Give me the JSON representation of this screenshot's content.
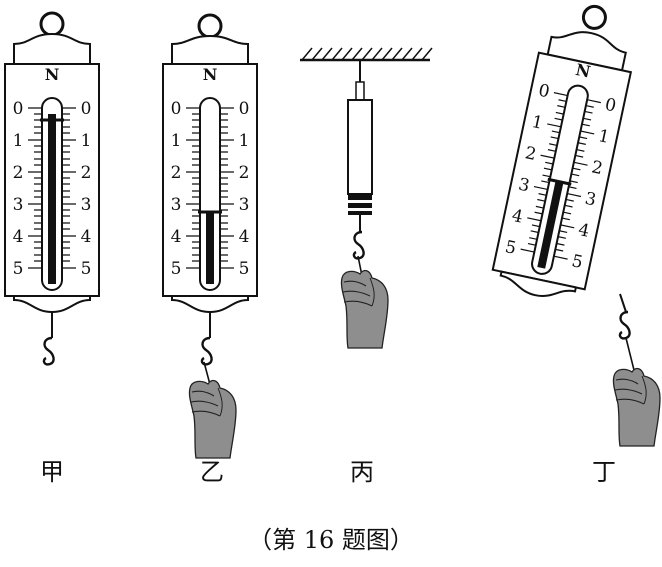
{
  "figure": {
    "caption": "（第 16 题图）",
    "unit": "N",
    "scale_numbers": [
      "0",
      "1",
      "2",
      "3",
      "4",
      "5"
    ]
  },
  "scales": [
    {
      "label": "甲",
      "reading_n": 0.2,
      "setup": "hanging free, hook hanging down"
    },
    {
      "label": "乙",
      "reading_n": 3.0,
      "setup": "hook pulled downward by hand"
    },
    {
      "label": "丙",
      "setup": "hook end down, pulled by hand"
    },
    {
      "label": "丁",
      "reading_n": 2.6,
      "setup": "tilted, hook pulled by hand"
    }
  ]
}
